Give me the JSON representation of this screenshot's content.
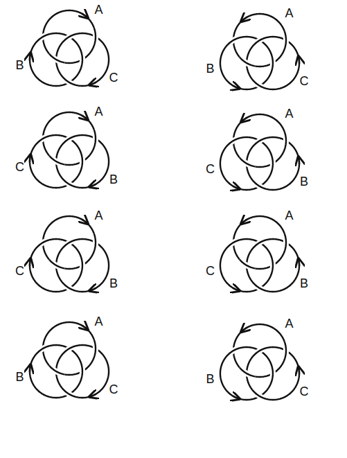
{
  "diagram": {
    "labels": [
      "A",
      "B",
      "C",
      "A",
      "B",
      "C",
      "A",
      "C",
      "B",
      "A",
      "C",
      "B",
      "A",
      "C",
      "B",
      "A",
      "C",
      "B",
      "A",
      "B",
      "C",
      "A",
      "B",
      "C"
    ]
  }
}
